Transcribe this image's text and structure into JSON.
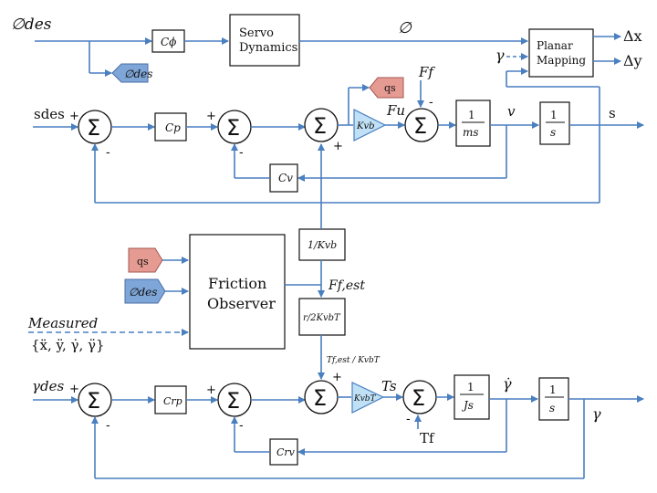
{
  "phi_des_in": "∅des",
  "phi": "∅",
  "gamma_in": "γ",
  "dx": "Δx",
  "dy": "Δy",
  "s_des": "sdes",
  "s_out": "s",
  "v": "v",
  "gamma_des": "γdes",
  "gamma_out": "γ",
  "gamma_dot": "γ̇",
  "Ff": "Ff",
  "Fu": "Fu",
  "Ts": "Ts",
  "Tf": "Tf",
  "Ff_est": "Ff,est",
  "Tf_est": "Tf,est / KvbT",
  "measured_1": "Measured",
  "measured_2": "{ẍ, ÿ, γ̇, γ̈}",
  "tag_phi_des": "∅des",
  "tag_qs": "qs",
  "blocks": {
    "c_phi": "Cϕ",
    "servo_1": "Servo",
    "servo_2": "Dynamics",
    "planar_1": "Planar",
    "planar_2": "Mapping",
    "cp": "Cp",
    "cv": "Cv",
    "kvb": "Kvb",
    "one_over_ms_num": "1",
    "one_over_ms_den": "ms",
    "one_over_s_num": "1",
    "one_over_s_den": "s",
    "one_over_kvb": "1/Kvb",
    "friction_1": "Friction",
    "friction_2": "Observer",
    "r_over_2kvbt": "r/2KvbT",
    "crp": "Crp",
    "crv": "Crv",
    "kvbt": "KvbT",
    "one_over_js_num": "1",
    "one_over_js_den": "Js",
    "sigma": "Σ"
  },
  "signs": {
    "plus": "+",
    "minus": "-"
  },
  "colors": {
    "wire": "#4a7fc0",
    "tag_blue": "#7fa6d8",
    "tag_red": "#e59a92",
    "gain": "#bfe0f5"
  }
}
